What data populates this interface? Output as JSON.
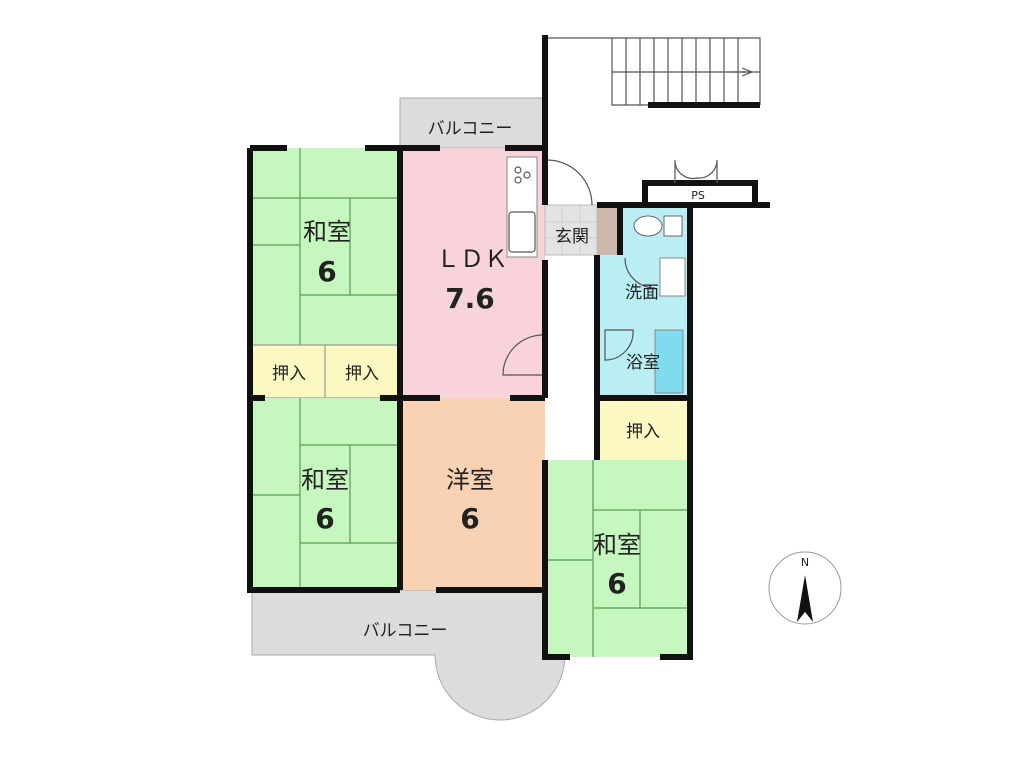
{
  "floor_plan": {
    "rooms": [
      {
        "name": "和室",
        "size": "6"
      },
      {
        "name": "ＬＤＫ",
        "size": "7.6"
      },
      {
        "name": "和室",
        "size": "6"
      },
      {
        "name": "洋室",
        "size": "6"
      },
      {
        "name": "和室",
        "size": "6"
      }
    ],
    "closets": [
      "押入",
      "押入",
      "押入"
    ],
    "entrance": "玄関",
    "washroom": "洗面",
    "bathroom": "浴室",
    "balconies": [
      "バルコニー",
      "バルコニー"
    ],
    "pipe_space": "PS",
    "compass": "N"
  },
  "colors": {
    "washitsu": "#c6f7bf",
    "ldk": "#f9d3da",
    "yoshitsu": "#f9d2b3",
    "closet": "#fbf8c2",
    "water": "#b9eef5",
    "balcony": "#dcdcdc"
  }
}
